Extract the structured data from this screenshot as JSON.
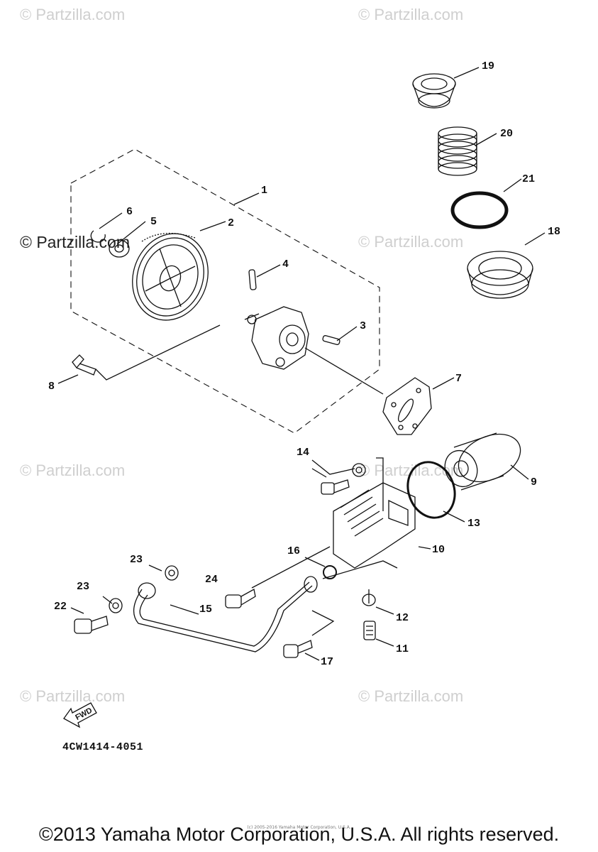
{
  "watermarks": {
    "wm_1": "© Partzilla.com",
    "wm_2": "© Partzilla.com",
    "wm_3": "© Partzilla.com",
    "wm_4": "© Partzilla.com",
    "wm_5": "© Partzilla.com",
    "wm_6": "© Partzilla.com",
    "wm_7": "© Partzilla.com",
    "wm_8": "© Partzilla.com",
    "wm_9": "© Partzilla.com"
  },
  "callouts": {
    "c1": "1",
    "c2": "2",
    "c3": "3",
    "c4": "4",
    "c5": "5",
    "c6": "6",
    "c7": "7",
    "c8": "8",
    "c9": "9",
    "c10": "10",
    "c11": "11",
    "c12": "12",
    "c13": "13",
    "c14": "14",
    "c15": "15",
    "c16": "16",
    "c17": "17",
    "c18": "18",
    "c19": "19",
    "c20": "20",
    "c21": "21",
    "c22": "22",
    "c23a": "23",
    "c23b": "23",
    "c24": "24"
  },
  "fwd_label": "FWD",
  "diagram_code": "4CW1414-4051",
  "small_credit": "(c) 2005-2016 Yamaha Motor Corporation, U.S.A.",
  "copyright": "©2013 Yamaha Motor Corporation, U.S.A. All rights reserved."
}
